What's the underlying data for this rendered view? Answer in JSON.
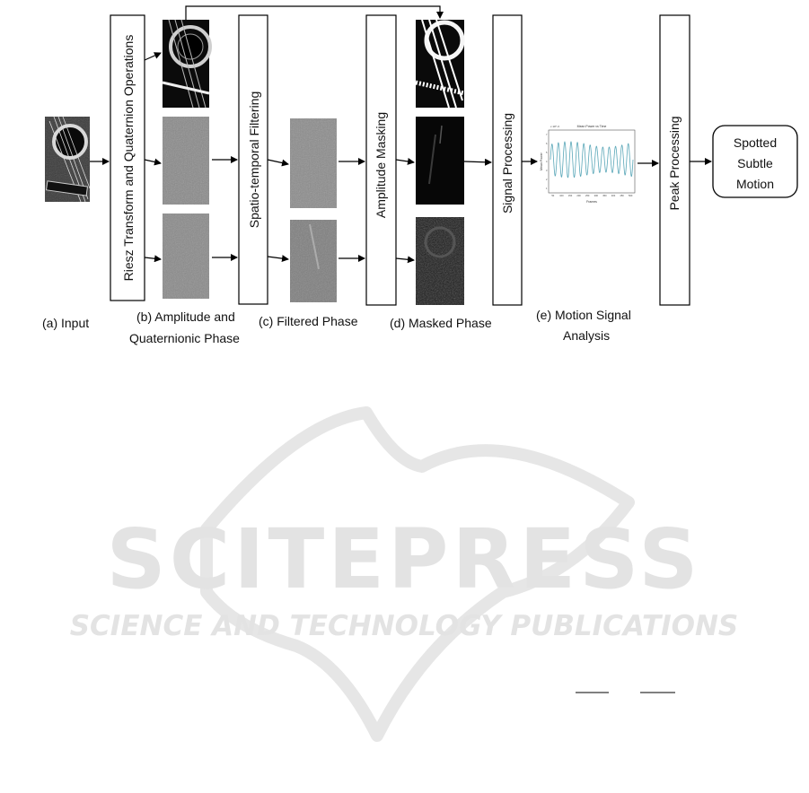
{
  "stages": {
    "riesz": "Riesz Transform and Quaternion Operations",
    "spatio": "Spatio-temporal Filtering",
    "amplitude_masking": "Amplitude Masking",
    "signal_processing": "Signal Processing",
    "peak_processing": "Peak Processing"
  },
  "output_box": {
    "line1": "Spotted",
    "line2": "Subtle",
    "line3": "Motion"
  },
  "captions": {
    "a": "(a) Input",
    "b1": "(b) Amplitude and",
    "b2": "Quaternionic Phase",
    "c": "(c) Filtered Phase",
    "d": "(d) Masked Phase",
    "e1": "(e) Motion Signal",
    "e2": "Analysis"
  },
  "plot": {
    "title": "Mean Power vs Time",
    "xlabel": "Frames",
    "ylabel": "Mean Power",
    "exponent": "x 10^-3",
    "x_ticks": [
      "50",
      "100",
      "150",
      "200",
      "250",
      "300",
      "350",
      "400",
      "450",
      "500"
    ],
    "y_ticks": [
      "1",
      "2",
      "3",
      "4",
      "5",
      "6",
      "7"
    ]
  },
  "watermark": {
    "big": "SCITEPRESS",
    "small": "SCIENCE AND TECHNOLOGY PUBLICATIONS"
  }
}
